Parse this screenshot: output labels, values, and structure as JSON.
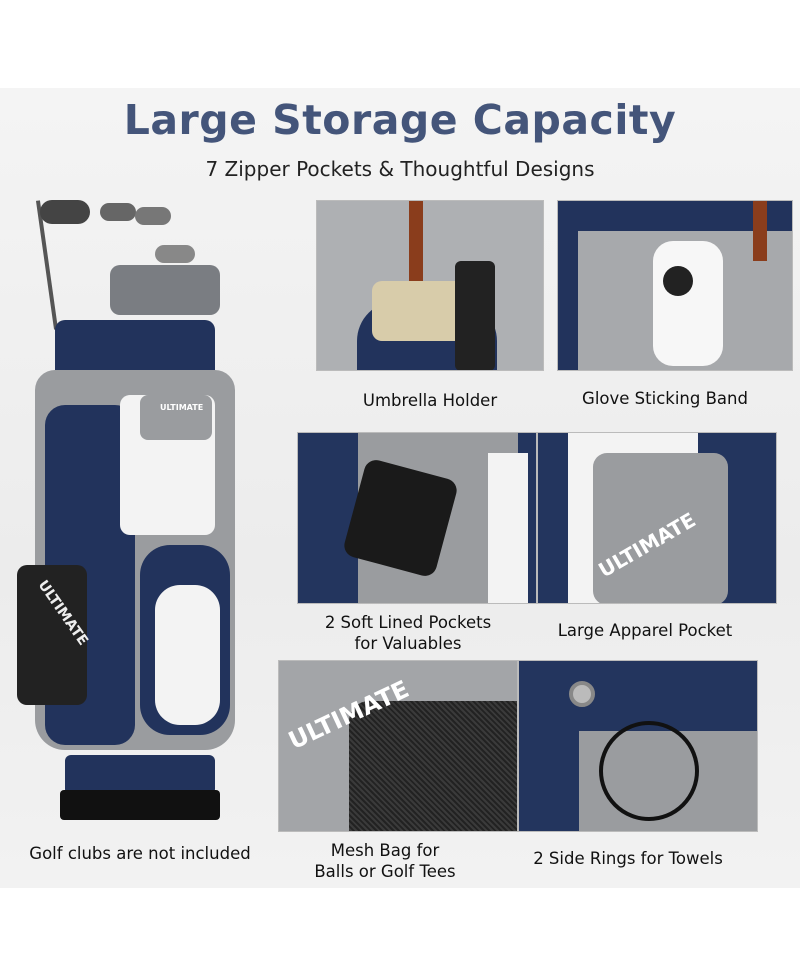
{
  "header": {
    "title": "Large Storage Capacity",
    "subtitle": "7 Zipper Pockets & Thoughtful Designs"
  },
  "product": {
    "brand_text": "ULTIMATE",
    "note": "Golf clubs are not included"
  },
  "features": [
    {
      "label_lines": [
        "Umbrella Holder"
      ]
    },
    {
      "label_lines": [
        "Glove Sticking Band"
      ]
    },
    {
      "label_lines": [
        "2 Soft Lined Pockets",
        "for Valuables"
      ]
    },
    {
      "label_lines": [
        "Large Apparel Pocket"
      ]
    },
    {
      "label_lines": [
        "Mesh Bag for",
        "Balls or Golf Tees"
      ]
    },
    {
      "label_lines": [
        "2 Side Rings for Towels"
      ]
    }
  ],
  "colors": {
    "title": "#44557a",
    "navy": "#22335c",
    "gray": "#9a9c9f"
  }
}
